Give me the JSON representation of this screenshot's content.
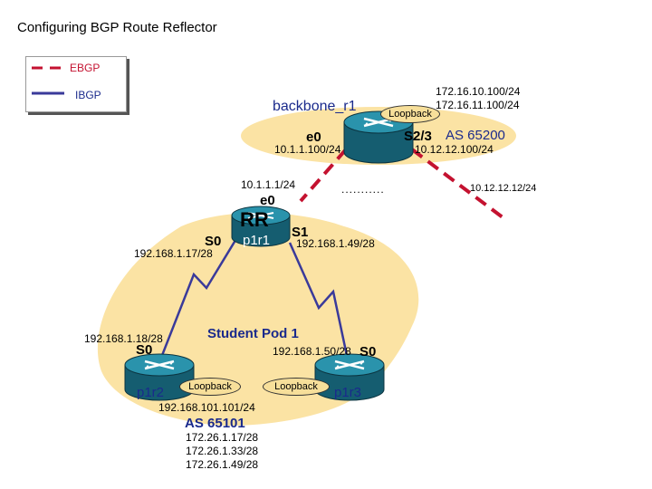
{
  "title": "Configuring BGP Route Reflector",
  "legend": {
    "ebgp": "EBGP",
    "ibgp": "IBGP"
  },
  "colors": {
    "ebgp": "#c41230",
    "ibgp": "#3a3a9a",
    "pod_fill": "#fbe3a4",
    "router_fill": "#1a6f86"
  },
  "backbone": {
    "name": "backbone_r1",
    "loopback_label": "Loopback",
    "loopback_ips": [
      "172.16.10.100/24",
      "172.16.11.100/24"
    ],
    "iface_e0": "e0",
    "iface_s23": "S2/3",
    "as": "AS 65200",
    "e0_ip": "10.1.1.100/24",
    "s23_ip": "10.12.12.100/24",
    "far_ip": "10.12.12.12/24"
  },
  "p1r1": {
    "role": "RR",
    "name": "p1r1",
    "iface_e0": "e0",
    "e0_ip": "10.1.1.1/24",
    "iface_s0": "S0",
    "s0_ip": "192.168.1.17/28",
    "iface_s1": "S1",
    "s1_ip": "192.168.1.49/28"
  },
  "pod_label": "Student Pod 1",
  "p1r2": {
    "name": "p1r2",
    "iface_s0": "S0",
    "s0_ip": "192.168.1.18/28",
    "loopback_label": "Loopback",
    "loopback_ip": "192.168.101.101/24"
  },
  "p1r3": {
    "name": "p1r3",
    "iface_s0": "S0",
    "s0_ip": "192.168.1.50/28",
    "loopback_label": "Loopback"
  },
  "pod_as": "AS 65101",
  "pod_networks": [
    "172.26.1.17/28",
    "172.26.1.33/28",
    "172.26.1.49/28"
  ],
  "dots": "..........."
}
